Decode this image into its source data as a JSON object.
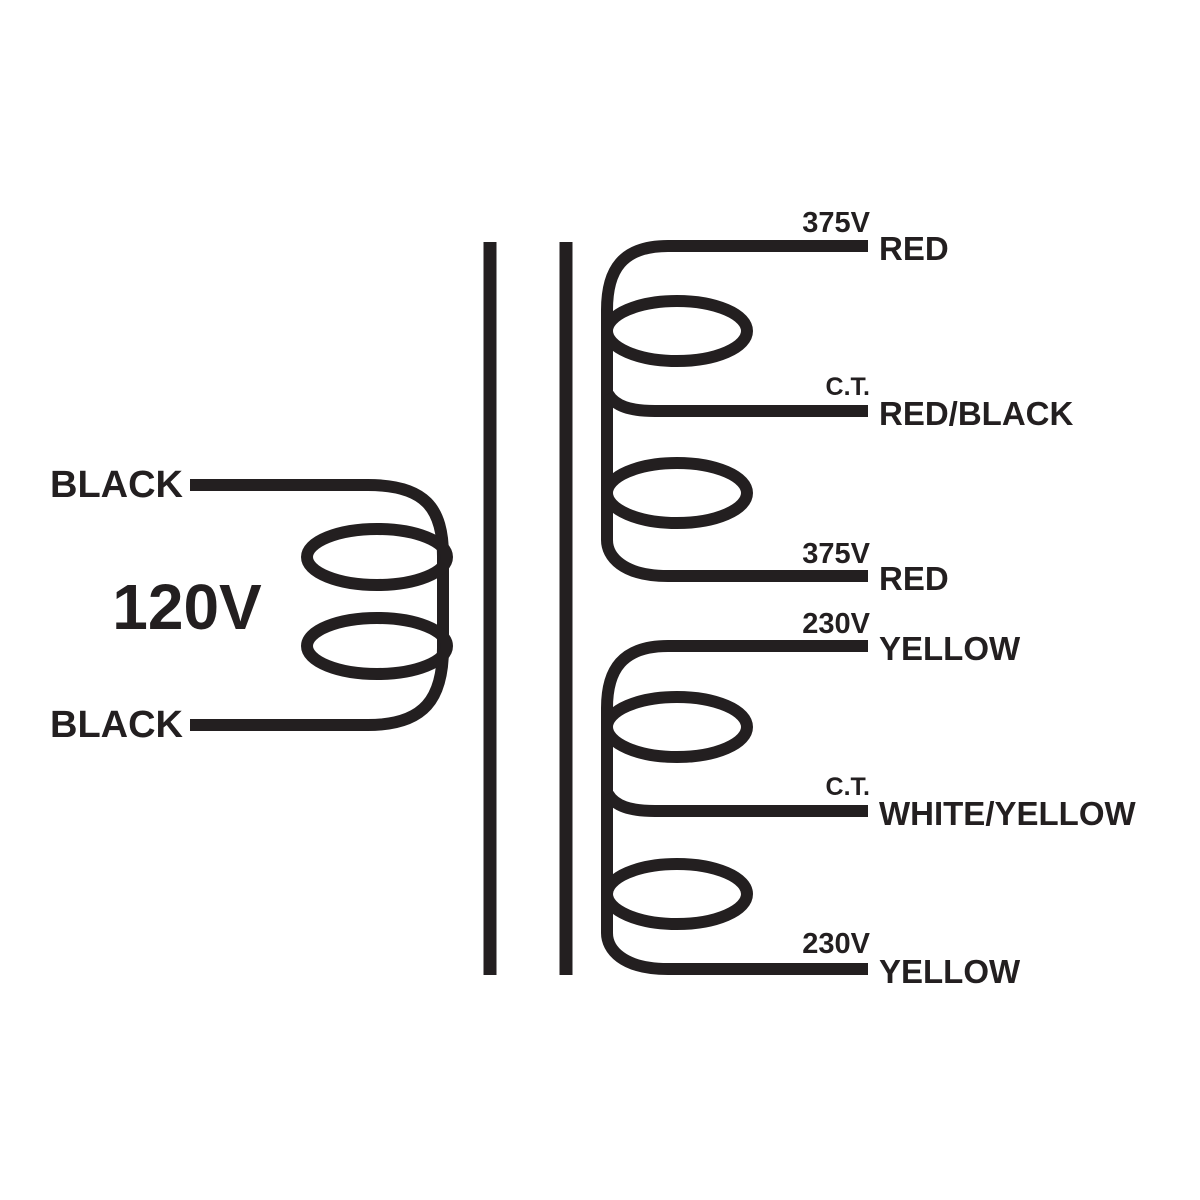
{
  "colors": {
    "ink": "#231f20",
    "background": "#ffffff"
  },
  "primary": {
    "voltage_label": "120V",
    "top_lead": "BLACK",
    "bottom_lead": "BLACK"
  },
  "secondary_hv": {
    "top_tap": "375V",
    "top_wire": "RED",
    "center_tap": "C.T.",
    "center_wire": "RED/BLACK",
    "bottom_tap": "375V",
    "bottom_wire": "RED"
  },
  "secondary_lv": {
    "top_tap": "230V",
    "top_wire": "YELLOW",
    "center_tap": "C.T.",
    "center_wire": "WHITE/YELLOW",
    "bottom_tap": "230V",
    "bottom_wire": "YELLOW"
  }
}
